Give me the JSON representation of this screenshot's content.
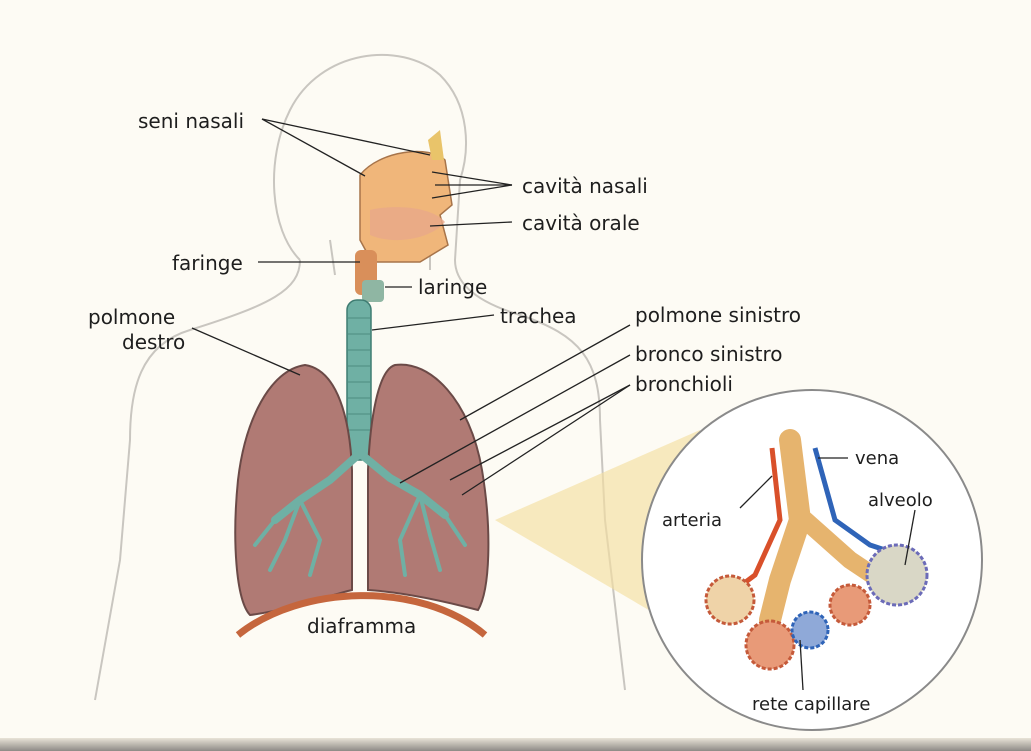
{
  "diagram": {
    "labels": {
      "seni_nasali": "seni nasali",
      "cavita_nasali": "cavità nasali",
      "cavita_orale": "cavità orale",
      "faringe": "faringe",
      "laringe": "laringe",
      "polmone_destro_line1": "polmone",
      "polmone_destro_line2": "destro",
      "trachea": "trachea",
      "polmone_sinistro": "polmone sinistro",
      "bronco_sinistro": "bronco sinistro",
      "bronchioli": "bronchioli",
      "diaframma": "diaframma",
      "vena": "vena",
      "arteria": "arteria",
      "alveolo": "alveolo",
      "rete_capillare": "rete capillare"
    },
    "colors": {
      "lung": "#b07a74",
      "lung_dark": "#6b4a47",
      "bronchi": "#6fb0a4",
      "nasal": "#f0b67a",
      "diaphragm": "#c5663d",
      "artery": "#d9502a",
      "vein": "#2f64b8",
      "zoom_cone": "#f5dfa2"
    }
  }
}
